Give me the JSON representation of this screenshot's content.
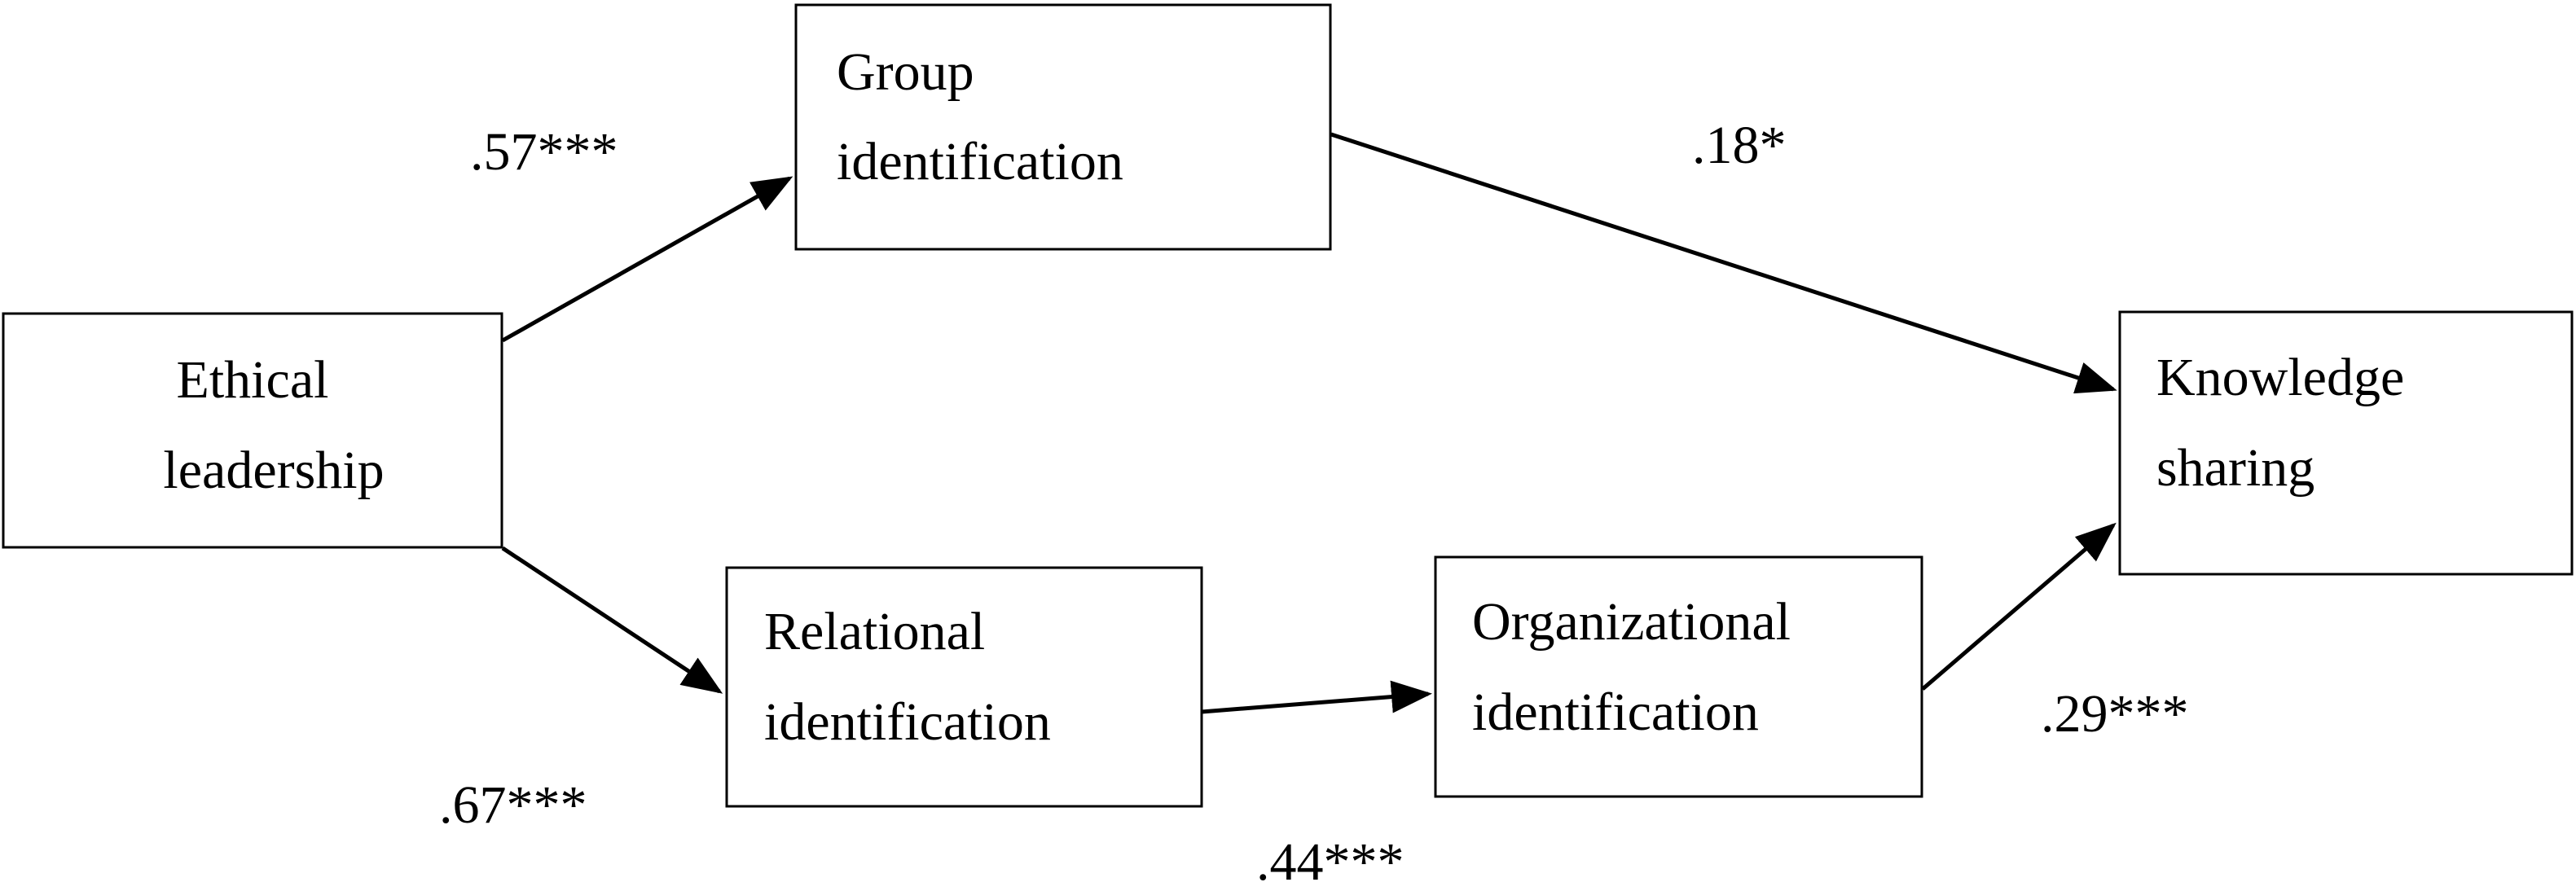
{
  "diagram": {
    "nodes": {
      "ethical": {
        "line1": "Ethical",
        "line2": "leadership"
      },
      "group": {
        "line1": "Group",
        "line2": "identification"
      },
      "relational": {
        "line1": "Relational",
        "line2": "identification"
      },
      "organizational": {
        "line1": "Organizational",
        "line2": "identification"
      },
      "knowledge": {
        "line1": "Knowledge",
        "line2": "sharing"
      }
    },
    "edges": [
      {
        "from": "ethical",
        "to": "group",
        "label": ".57***"
      },
      {
        "from": "group",
        "to": "knowledge",
        "label": ".18*"
      },
      {
        "from": "ethical",
        "to": "relational",
        "label": ".67***"
      },
      {
        "from": "relational",
        "to": "organizational",
        "label": ".44***"
      },
      {
        "from": "organizational",
        "to": "knowledge",
        "label": ".29***"
      }
    ]
  }
}
